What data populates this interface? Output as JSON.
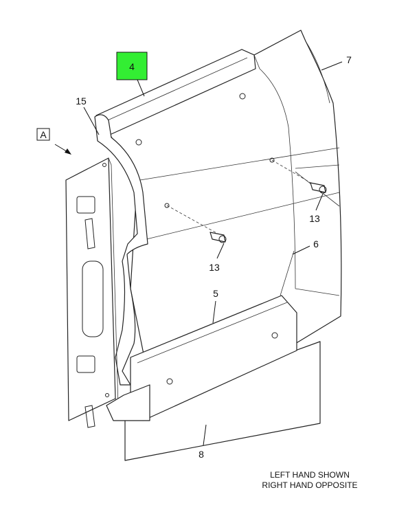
{
  "highlight_color": "#33ee33",
  "view_label": "A",
  "callouts": {
    "c4": "4",
    "c7": "7",
    "c15": "15",
    "c13a": "13",
    "c13b": "13",
    "c6": "6",
    "c5": "5",
    "c8": "8"
  },
  "note": {
    "line1": "LEFT HAND SHOWN",
    "line2": "RIGHT HAND OPPOSITE"
  }
}
